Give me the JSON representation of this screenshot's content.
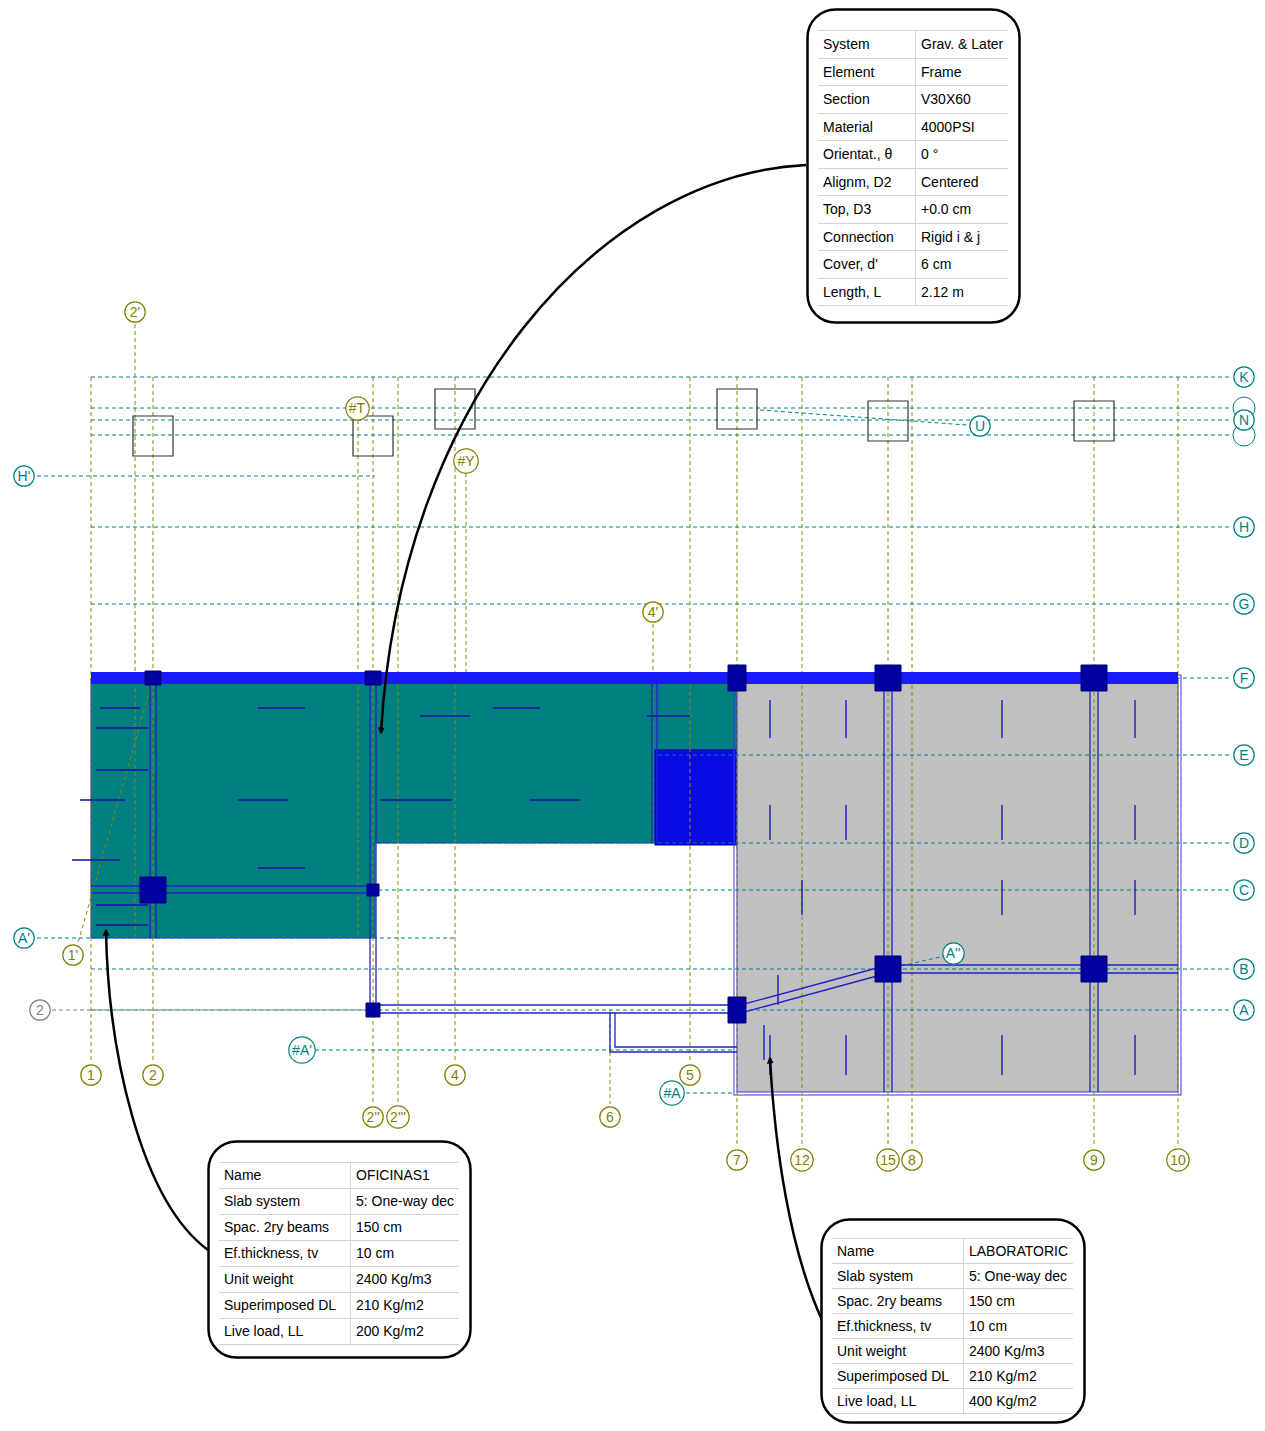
{
  "diagram": {
    "nodes": [
      {
        "text": [
          "System",
          "Grav. & Later",
          "Element",
          "Frame",
          "Section",
          "V30X60",
          "Material",
          "4000PSI",
          "Orientat., θ",
          "0 °",
          "Alignm, D2",
          "Centered",
          "Top, D3",
          "+0.0 cm",
          "Connection",
          "Rigid i & j",
          "Cover, d'",
          "6 cm",
          "Length, L",
          "2.12 m"
        ]
      },
      {
        "text": [
          "2'"
        ]
      },
      {
        "text": [
          "K"
        ]
      },
      {
        "text": [
          "#T"
        ]
      },
      {
        "text": [
          "N"
        ]
      },
      {
        "text": [
          "U"
        ]
      },
      {
        "text": [
          "#Y"
        ]
      },
      {
        "text": [
          "H'"
        ]
      },
      {
        "text": [
          "H"
        ]
      },
      {
        "text": [
          "G"
        ]
      },
      {
        "text": [
          "4'"
        ]
      },
      {
        "text": [
          "F"
        ]
      },
      {
        "text": [
          "E"
        ]
      },
      {
        "text": [
          "D"
        ]
      },
      {
        "text": [
          "C"
        ]
      },
      {
        "text": [
          "A'"
        ]
      },
      {
        "text": [
          "1'"
        ]
      },
      {
        "text": [
          "A''"
        ]
      },
      {
        "text": [
          "B"
        ]
      },
      {
        "text": [
          "2"
        ]
      },
      {
        "text": [
          "A"
        ]
      },
      {
        "text": [
          "#A'"
        ]
      },
      {
        "text": [
          "1"
        ]
      },
      {
        "text": [
          "2"
        ]
      },
      {
        "text": [
          "4"
        ]
      },
      {
        "text": [
          "5"
        ]
      },
      {
        "text": [
          "#A"
        ]
      },
      {
        "text": [
          "2''"
        ]
      },
      {
        "text": [
          "2'''"
        ]
      },
      {
        "text": [
          "6"
        ]
      },
      {
        "text": [
          "7"
        ]
      },
      {
        "text": [
          "12"
        ]
      },
      {
        "text": [
          "15"
        ]
      },
      {
        "text": [
          "8"
        ]
      },
      {
        "text": [
          "9"
        ]
      },
      {
        "text": [
          "10"
        ]
      },
      {
        "text": [
          "Name",
          "OFICINAS1",
          "Slab system",
          "5: One-way dec",
          "Spac. 2ry beams",
          "150 cm",
          "Ef.thickness, tv",
          "10 cm",
          "Unit weight",
          "2400 Kg/m3",
          "Superimposed DL",
          "210 Kg/m2",
          "Live load, LL",
          "200 Kg/m2"
        ]
      },
      {
        "text": [
          "Name",
          "LABORATORIC",
          "Slab system",
          "5: One-way dec",
          "Spac. 2ry beams",
          "150 cm",
          "Ef.thickness, tv",
          "10 cm",
          "Unit weight",
          "2400 Kg/m3",
          "Superimposed DL",
          "210 Kg/m2",
          "Live load, LL",
          "400 Kg/m2"
        ]
      }
    ]
  }
}
